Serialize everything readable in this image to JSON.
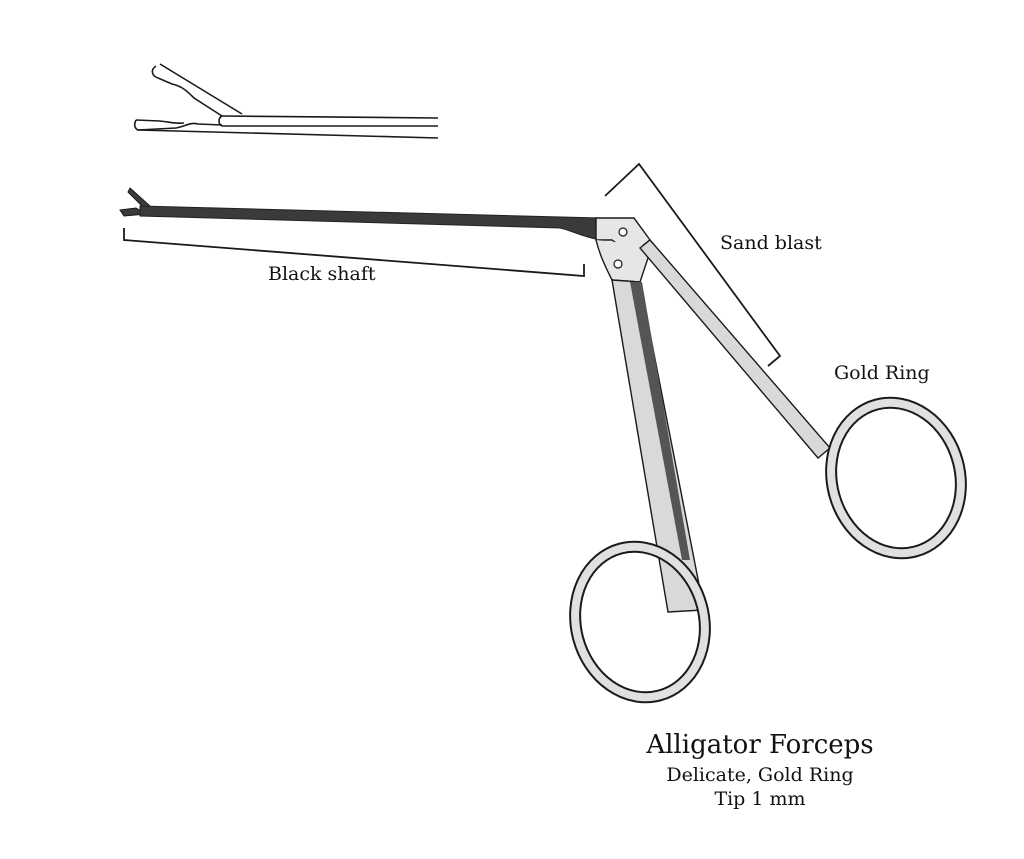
{
  "labels": {
    "black_shaft": "Black shaft",
    "sand_blast": "Sand blast",
    "gold_ring": "Gold Ring"
  },
  "caption": {
    "title": "Alligator Forceps",
    "subtitle_1": "Delicate, Gold Ring",
    "subtitle_2": "Tip 1 mm"
  },
  "colors": {
    "shaft": "#3a3a3a",
    "steel": "#d9d9d9",
    "outline": "#1a1a1a",
    "background": "#ffffff"
  }
}
